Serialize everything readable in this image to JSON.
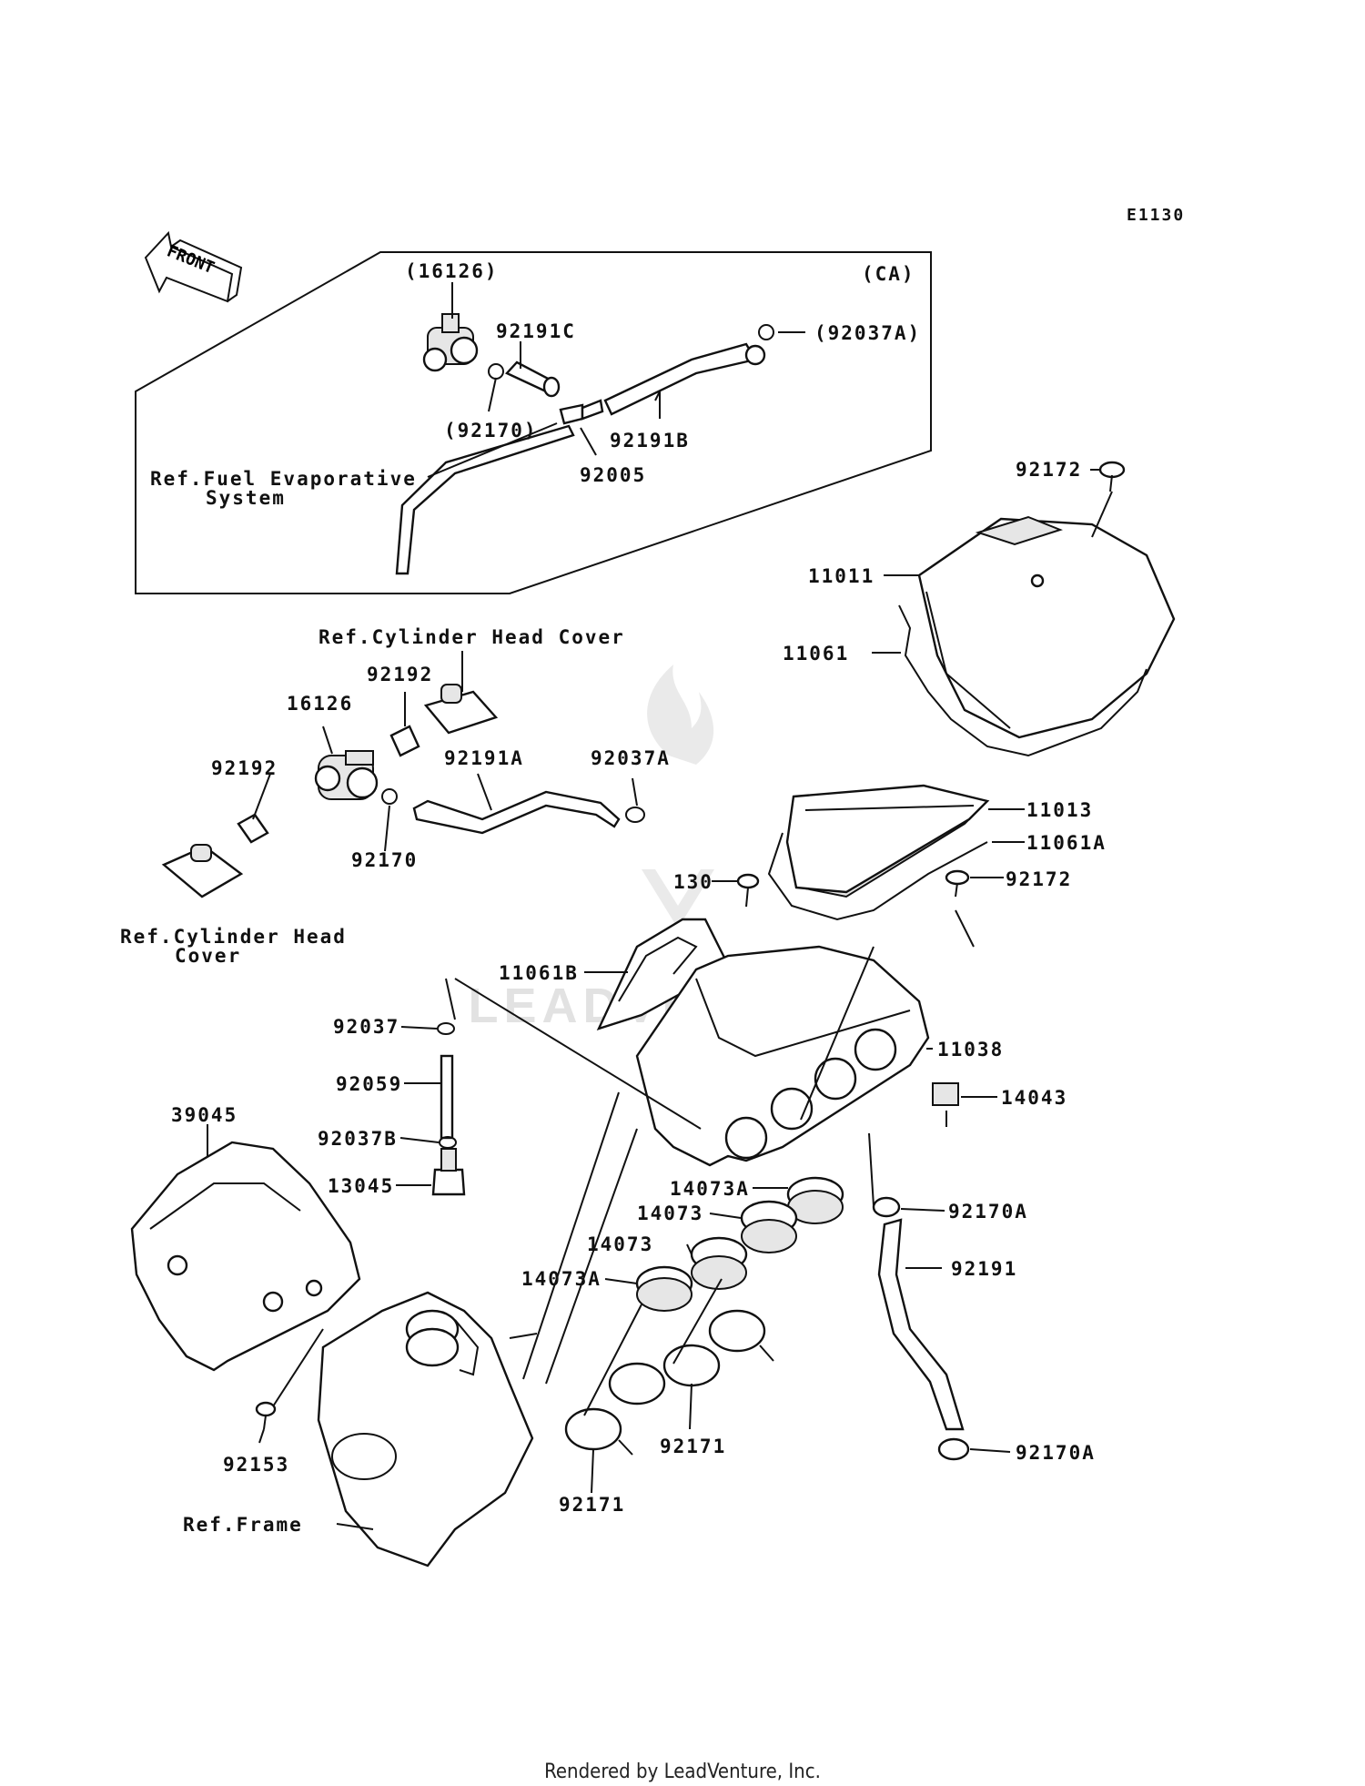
{
  "diagram_code": "E1130",
  "front_arrow_text": "FRONT",
  "ca_box_label": "(CA)",
  "footer": "Rendered by LeadVenture, Inc.",
  "watermark": "LEADVENTURE",
  "refs": {
    "fuel_evap_line1": "Ref.Fuel Evaporative",
    "fuel_evap_line2": "System",
    "cyl_head_top": "Ref.Cylinder Head Cover",
    "cyl_head_left_line1": "Ref.Cylinder Head",
    "cyl_head_left_line2": "Cover",
    "frame": "Ref.Frame"
  },
  "parts": {
    "p16126_ca": "(16126)",
    "p92191C": "92191C",
    "p92037A_ca": "(92037A)",
    "p92170_ca": "(92170)",
    "p92191B": "92191B",
    "p92005": "92005",
    "p92172_top": "92172",
    "p11011": "11011",
    "p11061": "11061",
    "p92192_top": "92192",
    "p16126": "16126",
    "p92192_left": "92192",
    "p92191A": "92191A",
    "p92037A": "92037A",
    "p92170": "92170",
    "p11013": "11013",
    "p11061A": "11061A",
    "p92172": "92172",
    "p130": "130",
    "p11061B": "11061B",
    "p92037": "92037",
    "p11038": "11038",
    "p92059": "92059",
    "p14043": "14043",
    "p39045": "39045",
    "p92037B": "92037B",
    "p13045": "13045",
    "p14073A_top": "14073A",
    "p14073": "14073",
    "p92170A_top": "92170A",
    "p14073A_left": "14073A",
    "p92191": "92191",
    "p92153": "92153",
    "p92171_right": "92171",
    "p92170A_bottom": "92170A",
    "p92171_left": "92171",
    "ref_frame": "Ref.Frame"
  }
}
